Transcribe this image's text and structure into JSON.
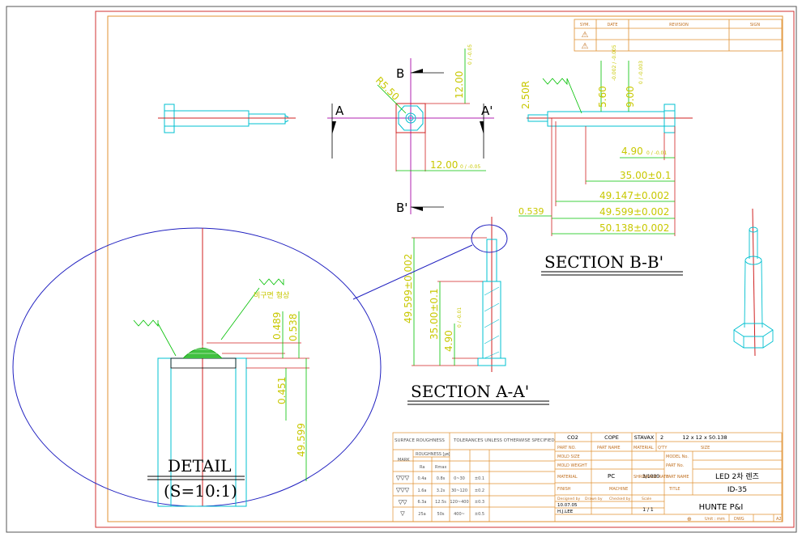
{
  "revision_table": {
    "headers": [
      "SYM.",
      "DATE",
      "REVISION",
      "SIGN"
    ],
    "symbols": [
      "⚠",
      "⚠"
    ]
  },
  "top_view": {
    "section_a": "A",
    "section_a_prime": "A'",
    "section_b": "B",
    "section_b_prime": "B'",
    "dim_r": "R5.50",
    "dim_vertical": "12.00",
    "dim_vertical_tol": "0 / -0.05",
    "dim_horizontal": "12.00",
    "dim_horizontal_tol": "0 / -0.05"
  },
  "section_bb": {
    "title": "SECTION  B-B'",
    "dim_250": "2.50R",
    "dim_560": "5.60",
    "dim_560_tol": "-0.002 / -0.005",
    "dim_900": "9.00",
    "dim_900_tol": "0 / -0.003",
    "dim_490": "4.90",
    "dim_490_tol": "0 / -0.01",
    "dim_3500": "35.00±0.1",
    "dim_49147": "49.147±0.002",
    "dim_49599": "49.599±0.002",
    "dim_50138": "50.138±0.002",
    "dim_0539": "0.539"
  },
  "section_aa": {
    "title": "SECTION  A-A'",
    "dim_49599": "49.599±0.002",
    "dim_3500": "35.00±0.1",
    "dim_490": "4.90",
    "dim_490_tol": "0 / -0.01"
  },
  "detail": {
    "title": "DETAIL",
    "scale": "(S=10:1)",
    "note": "비구면 형상",
    "dim_0489": "0.489",
    "dim_0538": "0.538",
    "dim_0451": "0.451",
    "dim_49599": "49.599"
  },
  "title_block": {
    "surface_roughness": "SURFACE ROUGHNESS",
    "tolerances": "TOLERANCES UNLESS OTHERWISE SPECIFIED",
    "mark_header": "MARK",
    "roughness_header": "ROUGHNESS [㎛]",
    "ra": "Ra",
    "rmax": "Rmax",
    "rows": [
      {
        "ra": "0.4a",
        "rmax": "0.8s",
        "range": "0~30",
        "tol": "±0.1"
      },
      {
        "ra": "1.6a",
        "rmax": "3.2s",
        "range": "30~120",
        "tol": "±0.2"
      },
      {
        "ra": "6.3a",
        "rmax": "12.5s",
        "range": "120~400",
        "tol": "±0.3"
      },
      {
        "ra": "25a",
        "rmax": "50s",
        "range": "400~",
        "tol": "±0.5"
      }
    ],
    "co2": "CO2",
    "cope": "COPE",
    "stavax": "STAVAX",
    "qty": "2",
    "size_value": "12 x 12 x 50.138",
    "part_no": "PART NO.",
    "part_name_h": "PART NAME",
    "material_h": "MATERIAL",
    "qty_h": "Q'TY",
    "size_h": "SIZE",
    "mold_size": "MOLD SIZE",
    "mold_weight": "MOLD WEIGHT",
    "model_no": "MODEL No.",
    "part_no2": "PART No.",
    "material": "MATERIAL",
    "pc": "PC",
    "shrinkage": "SHRINKAGE RATE",
    "shrink_value": "3/1000",
    "part_name_label": "PART NAME",
    "part_name_value": "LED 2차 렌즈",
    "finish": "FINISH",
    "machine": "MACHINE",
    "title_label": "TITLE",
    "title_value": "ID-35",
    "designed_by": "Designed by",
    "drawn_by": "Drawn by",
    "checked_by": "Checked by",
    "scale_label": "Scale",
    "date_value": "10.07.05",
    "designer": "H.J.LEE",
    "scale_value": "1 / 1",
    "company": "HUNTE P&I",
    "unit": "Unit : mm",
    "dwg": "DWG",
    "sheet_size": "A2"
  }
}
